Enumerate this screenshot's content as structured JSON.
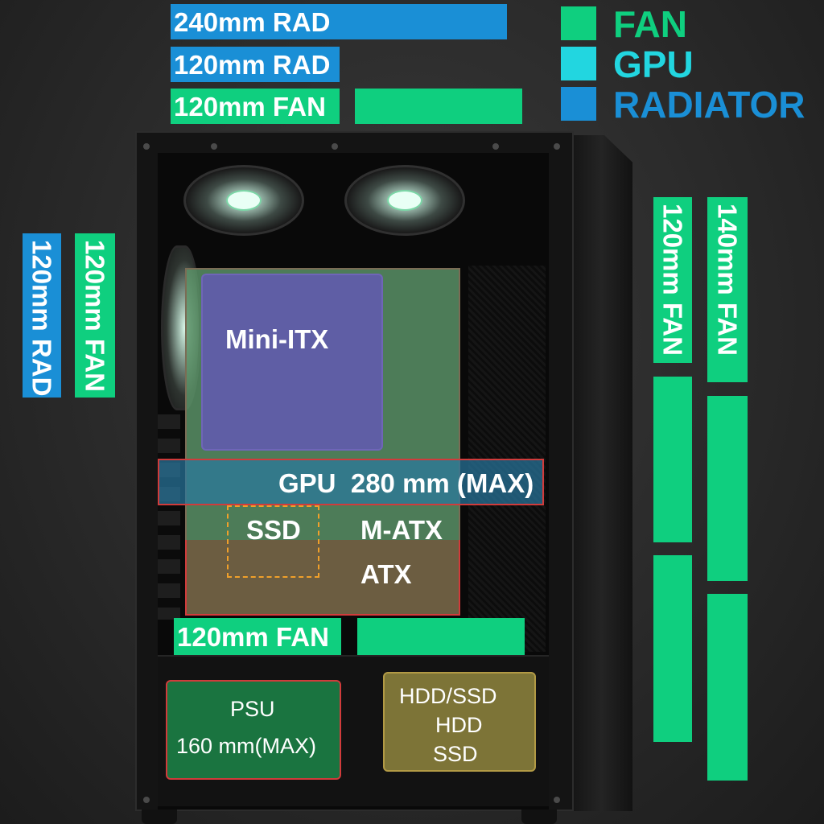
{
  "colors": {
    "fan": "#0fcf7f",
    "gpu": "#22d6e0",
    "radiator": "#1a8fd6",
    "limit_border": "#d13b3b"
  },
  "legend": {
    "fan": "FAN",
    "gpu": "GPU",
    "radiator": "RADIATOR"
  },
  "top_mounts": {
    "rad240": "240mm RAD",
    "rad120": "120mm RAD",
    "fan120": "120mm FAN"
  },
  "rear_mounts": {
    "rad120": "120mm RAD",
    "fan120": "120mm FAN"
  },
  "front_mounts": {
    "fan120": "120mm FAN",
    "fan140": "140mm FAN"
  },
  "bottom_mount": {
    "fan120": "120mm FAN"
  },
  "board_zones": {
    "mini_itx": "Mini-ITX",
    "gpu": "GPU  280 mm (MAX)",
    "ssd": "SSD",
    "matx": "M-ATX",
    "atx": "ATX"
  },
  "psu": {
    "label": "PSU",
    "max": "160 mm(MAX)"
  },
  "drives": {
    "line1": "HDD/SSD",
    "line2": "HDD",
    "line3": "SSD"
  }
}
